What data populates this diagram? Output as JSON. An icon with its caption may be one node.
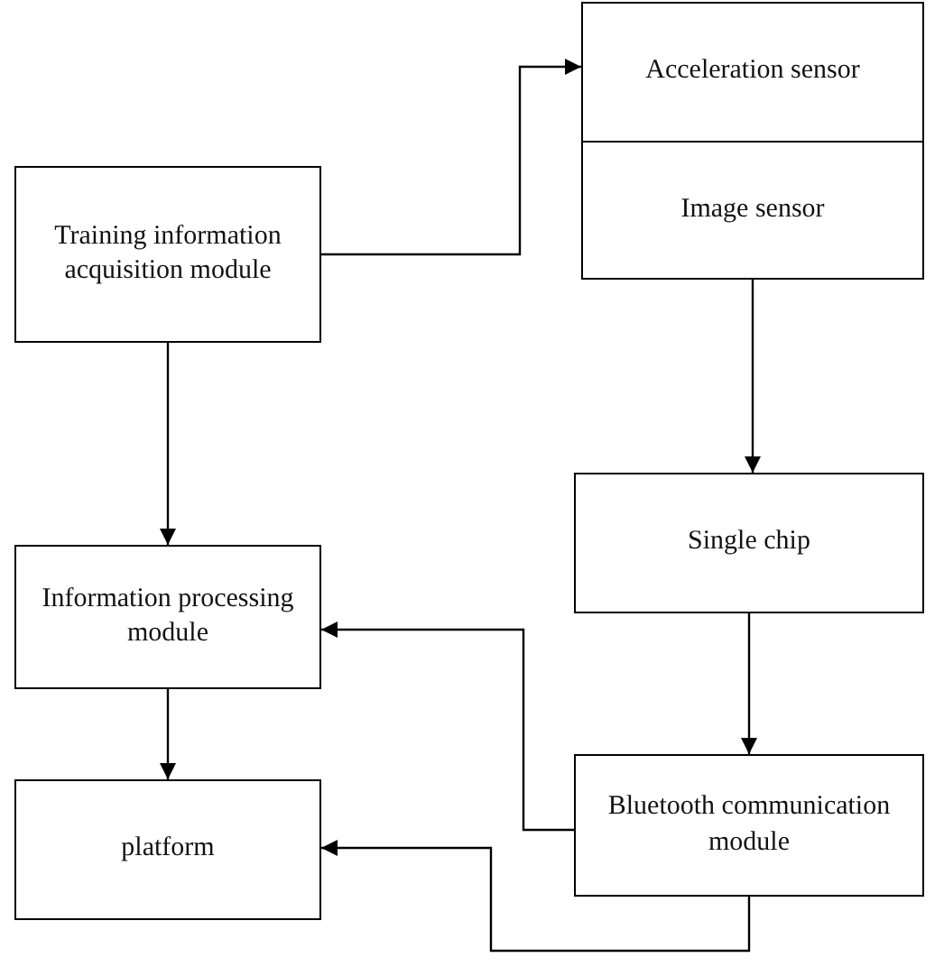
{
  "diagram": {
    "nodes": [
      {
        "text": [
          "Training information acquisition module"
        ]
      },
      {
        "text": [
          "Acceleration sensor"
        ]
      },
      {
        "text": [
          "Image sensor"
        ]
      },
      {
        "text": [
          "Information processing module"
        ]
      },
      {
        "text": [
          "Single chip"
        ]
      },
      {
        "text": [
          "Bluetooth communication module"
        ]
      },
      {
        "text": [
          "platform"
        ]
      }
    ],
    "edges": [
      {
        "from": 0,
        "to": 1,
        "arrow": "to"
      },
      {
        "from": 0,
        "to": 3,
        "arrow": "to"
      },
      {
        "from": 2,
        "to": 4,
        "arrow": "to"
      },
      {
        "from": 4,
        "to": 5,
        "arrow": "to"
      },
      {
        "from": 5,
        "to": 3,
        "arrow": "to"
      },
      {
        "from": 3,
        "to": 6,
        "arrow": "to"
      },
      {
        "from": 5,
        "to": 6,
        "arrow": "to"
      }
    ]
  }
}
